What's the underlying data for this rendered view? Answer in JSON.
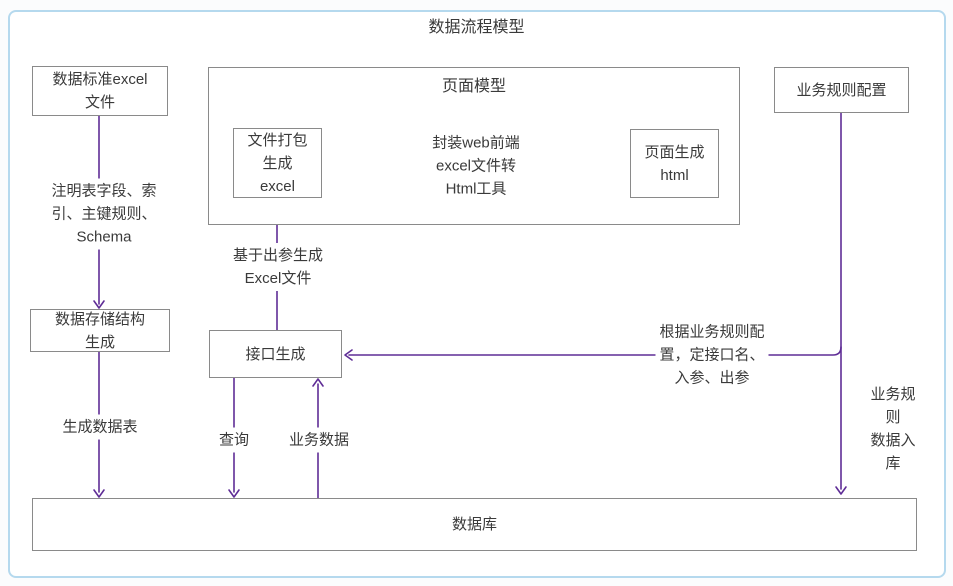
{
  "title": "数据流程模型",
  "colors": {
    "accent_purple": "#5f2d96",
    "box_border": "#8a8a8a",
    "outer_border": "#b5d9ee",
    "text": "#3a3a3a"
  },
  "nodes": {
    "page_model_group": {
      "label": "页面模型"
    },
    "data_standard_excel": {
      "label": "数据标准excel\n文件"
    },
    "file_package_excel": {
      "label": "文件打包\n生成\nexcel"
    },
    "page_generate_html": {
      "label": "页面生成\nhtml"
    },
    "business_rule_config": {
      "label": "业务规则配置"
    },
    "data_storage_generate": {
      "label": "数据存储结构\n生成"
    },
    "api_generate": {
      "label": "接口生成"
    },
    "database": {
      "label": "数据库"
    }
  },
  "edge_labels": {
    "annotate_fields": "注明表字段、索\n引、主键规则、\nSchema",
    "generate_data_table": "生成数据表",
    "based_on_output_excel": "基于出参生成\nExcel文件",
    "web_excel_to_html_tool": "封装web前端\nexcel文件转\nHtml工具",
    "per_business_rules": "根据业务规则配\n置，定接口名、\n入参、出参",
    "query": "查询",
    "business_data": "业务数据",
    "business_rules_into_db": "业务规则\n数据入库"
  }
}
